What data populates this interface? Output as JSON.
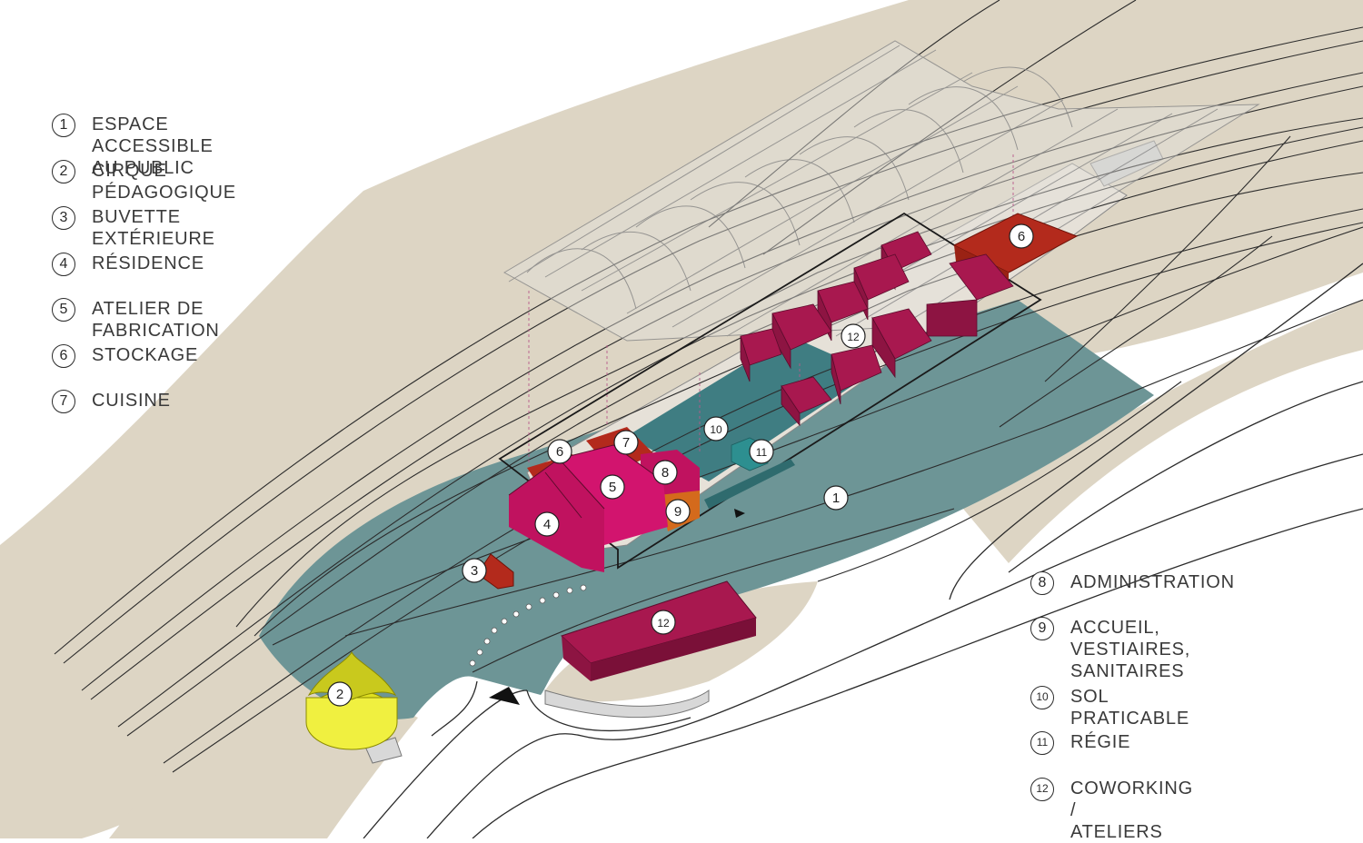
{
  "legend_left": [
    {
      "num": "1",
      "label": "ESPACE ACCESSIBLE AU PUBLIC"
    },
    {
      "num": "2",
      "label": "CIRQUE PÉDAGOGIQUE"
    },
    {
      "num": "3",
      "label": "BUVETTE EXTÉRIEURE"
    },
    {
      "num": "4",
      "label": "RÉSIDENCE"
    },
    {
      "num": "5",
      "label": "ATELIER DE FABRICATION"
    },
    {
      "num": "6",
      "label": "STOCKAGE"
    },
    {
      "num": "7",
      "label": "CUISINE"
    }
  ],
  "legend_right": [
    {
      "num": "8",
      "label": "ADMINISTRATION"
    },
    {
      "num": "9",
      "label": "ACCUEIL, VESTIAIRES,\nSANITAIRES"
    },
    {
      "num": "10",
      "label": "SOL PRATICABLE"
    },
    {
      "num": "11",
      "label": "RÉGIE"
    },
    {
      "num": "12",
      "label": "COWORKING /\nATELIERS"
    }
  ],
  "markers": {
    "m1": "1",
    "m2": "2",
    "m3": "3",
    "m4": "4",
    "m5": "5",
    "m6a": "6",
    "m6b": "6",
    "m7": "7",
    "m8": "8",
    "m9": "9",
    "m10": "10",
    "m11": "11",
    "m12a": "12",
    "m12b": "12"
  },
  "colors": {
    "embankment": "#ddd5c4",
    "public_space": "#6d9596",
    "floor": "#3f7d82",
    "platform": "#e6e1d8",
    "coworking": "#a8184f",
    "atelier": "#d2146e",
    "residence": "#c0125f",
    "storage": "#b32a1c",
    "cirque": "#e4e42a",
    "regie": "#2d8f90"
  }
}
